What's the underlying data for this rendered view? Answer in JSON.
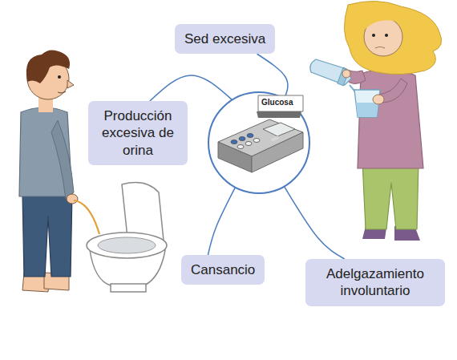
{
  "diagram": {
    "nodes": [
      {
        "text": [
          "Sed excesiva"
        ]
      },
      {
        "text": [
          "Producción excesiva de orina"
        ]
      },
      {
        "text": [
          "Glucosa"
        ]
      },
      {
        "text": [
          "Cansancio"
        ]
      },
      {
        "text": [
          "Adelgazamiento involuntario"
        ]
      }
    ],
    "edges": [
      {
        "from": 2,
        "to": 0,
        "arrow": "none"
      },
      {
        "from": 2,
        "to": 1,
        "arrow": "none"
      },
      {
        "from": 2,
        "to": 3,
        "arrow": "none"
      },
      {
        "from": 2,
        "to": 4,
        "arrow": "none"
      }
    ]
  }
}
